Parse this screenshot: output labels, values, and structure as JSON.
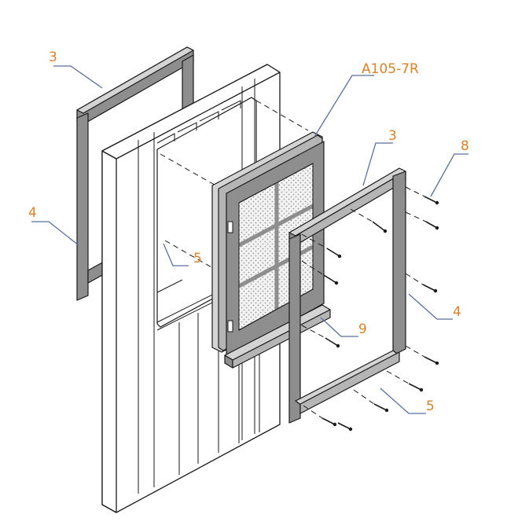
{
  "labels": {
    "trim_top_left": "3",
    "trim_side_left": "4",
    "window_unit": "A105-7R",
    "trim_top_right": "3",
    "screws": "8",
    "trim_bottom_middle": "5",
    "sill": "9",
    "trim_side_right": "4",
    "trim_bottom_right": "5"
  },
  "colors": {
    "callout": "#d9822b",
    "leader": "#5b6f9c"
  }
}
